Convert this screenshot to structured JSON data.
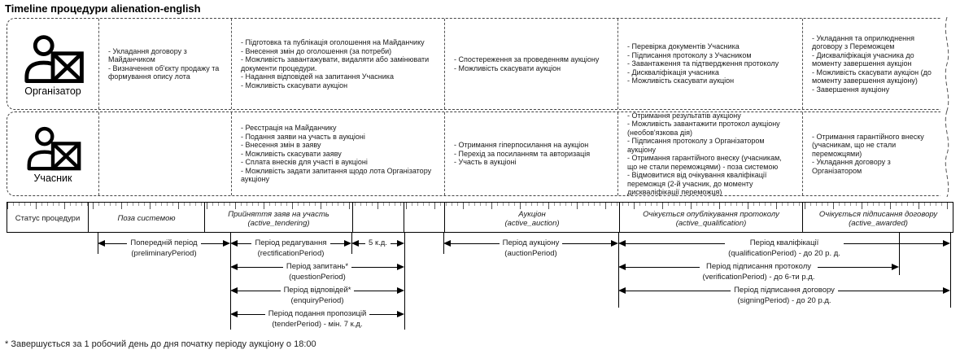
{
  "title": "Timeline процедури alienation-english",
  "footnote": "* Завершується за 1 робочий день до дня початку періоду аукціону о 18:00",
  "colors": {
    "ink": "#000000",
    "background": "#ffffff",
    "dashed_border": "#444444"
  },
  "icons": {
    "organizer": "person-with-crossed-envelope",
    "participant": "person-with-crossed-envelope"
  },
  "organizer": {
    "label": "Організатор",
    "outside": [
      "- Укладання договору з Майданчиком",
      "- Визначення об'єкту продажу та формування опису лота"
    ],
    "tendering": [
      "- Підготовка та публікація оголошення на Майданчику",
      "- Внесення змін до оголошення (за потреби)",
      "- Можливість завантажувати, видаляти або замінювати документи процедури.",
      "- Надання відповідей на запитання Учасника",
      "- Можливість скасувати аукціон"
    ],
    "auction": [
      "- Спостереження за проведенням аукціону",
      "- Можливість скасувати аукціон"
    ],
    "qualification": [
      "- Перевірка документів Учасника",
      "- Підписання протоколу з Учасником",
      "- Завантаження та підтвердження протоколу",
      "- Дискваліфікація учасника",
      "- Можливість скасувати аукціон"
    ],
    "awarded": [
      "- Укладання та оприлюднення договору з Переможцем",
      "- Дискваліфікація учасника до моменту завершення аукціон",
      "- Можливість скасувати аукціон (до моменту завершення аукціону)",
      "- Завершення аукціону"
    ]
  },
  "participant": {
    "label": "Учасник",
    "tendering": [
      "- Реєстрація на Майданчику",
      "- Подання заяви на участь в аукціоні",
      "- Внесення змін в заяву",
      "- Можливість скасувати заяву",
      "- Сплата внесків для участі в аукціоні",
      "- Можливість задати запитання щодо лота Організатору аукціону"
    ],
    "auction": [
      "- Отримання гіперпосилання на аукціон",
      "- Перехід за посиланням та авторизація",
      "- Участь в аукціоні"
    ],
    "qualification": [
      "- Отримання результатів аукціону",
      "- Можливість завантажити протокол аукціону (необов'язкова дія)",
      "- Підписання протоколу з Організатором аукціону",
      "- Отримання гарантійного внеску (учасникам, що не стали переможцями) - поза системою",
      "- Відмовитися від очікування кваліфікації переможця (2-й учасник, до моменту дискваліфікації переможця)"
    ],
    "awarded": [
      "- Отримання гарантійного внеску (учасникам, що не стали переможцями)",
      "- Укладання договору з Організатором"
    ]
  },
  "status": {
    "header": "Статус процедури",
    "phases": [
      {
        "name": "Поза системою",
        "code": ""
      },
      {
        "name": "Прийняття заяв на участь",
        "code": "(active_tendering)"
      },
      {
        "name": "Аукціон",
        "code": "(active_auction)"
      },
      {
        "name": "Очікується опублікування протоколу",
        "code": "(active_qualification)"
      },
      {
        "name": "Очікується підписання договору",
        "code": "(active_awarded)"
      }
    ]
  },
  "periods": {
    "preliminary": {
      "name": "Попередній період",
      "code": "(preliminaryPeriod)"
    },
    "rectification": {
      "name": "Період редагування",
      "code": "(rectificationPeriod)"
    },
    "five_days": {
      "name": "5 к.д.",
      "code": ""
    },
    "question": {
      "name": "Період запитань*",
      "code": "(questionPeriod)"
    },
    "enquiry": {
      "name": "Період відповідей*",
      "code": "(enquiryPeriod)"
    },
    "tender": {
      "name": "Період подання пропозицій",
      "code": "(tenderPeriod) - мін. 7 к.д."
    },
    "auction": {
      "name": "Період аукціону",
      "code": "(auctionPeriod)"
    },
    "qualification": {
      "name": "Період кваліфікації",
      "code": "(qualificationPeriod) - до 20 р. д."
    },
    "verification": {
      "name": "Період підписання протоколу",
      "code": "(verificationPeriod) - до 6-ти р.д."
    },
    "signing": {
      "name": "Період підписання договору",
      "code": "(signingPeriod) - до 20 р.д."
    }
  }
}
